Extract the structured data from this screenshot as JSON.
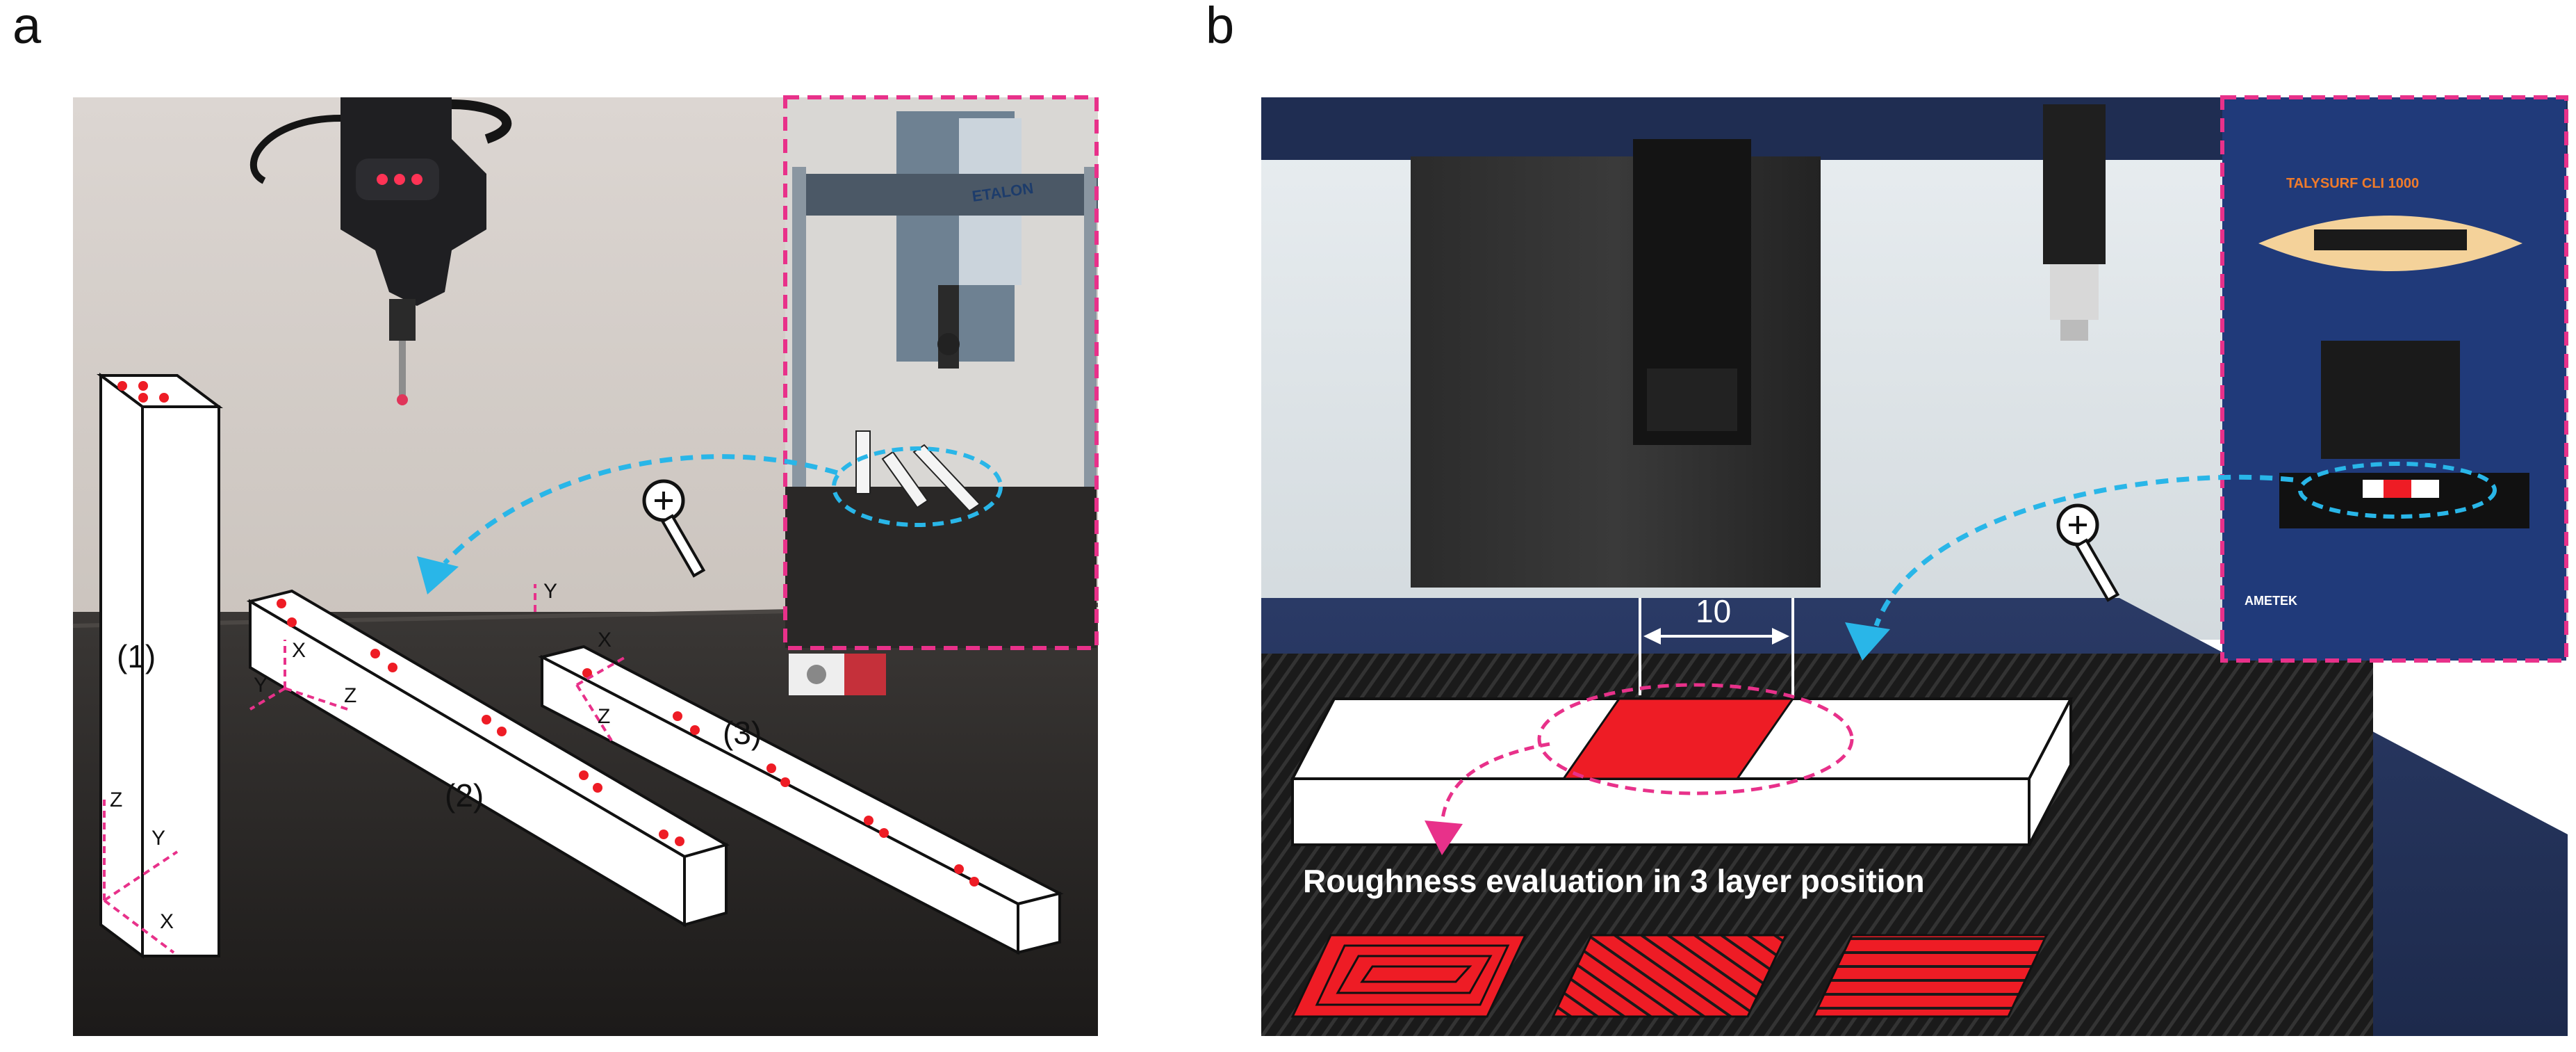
{
  "panels": [
    {
      "letter": "a"
    },
    {
      "letter": "b"
    }
  ],
  "panel_a": {
    "bar_labels": [
      "(1)",
      "(2)",
      "(3)"
    ],
    "axis_labels": {
      "bar1": {
        "x": "X",
        "y": "Y",
        "z": "Z"
      },
      "bar2": {
        "x": "X",
        "y": "Y",
        "z": "Z"
      },
      "bar3": {
        "x": "X",
        "y": "Y",
        "z": "Z"
      }
    },
    "inset_brand": "ETALON"
  },
  "panel_b": {
    "dimension_label": "10",
    "caption": "Roughness evaluation in 3 layer position",
    "inset_brand_top": "TALYSURF CLI 1000",
    "inset_brand_bottom": "AMETEK"
  },
  "colors": {
    "magenta": "#e8318a",
    "cyan": "#29b6e8",
    "red": "#ee1c25",
    "white": "#ffffff"
  }
}
